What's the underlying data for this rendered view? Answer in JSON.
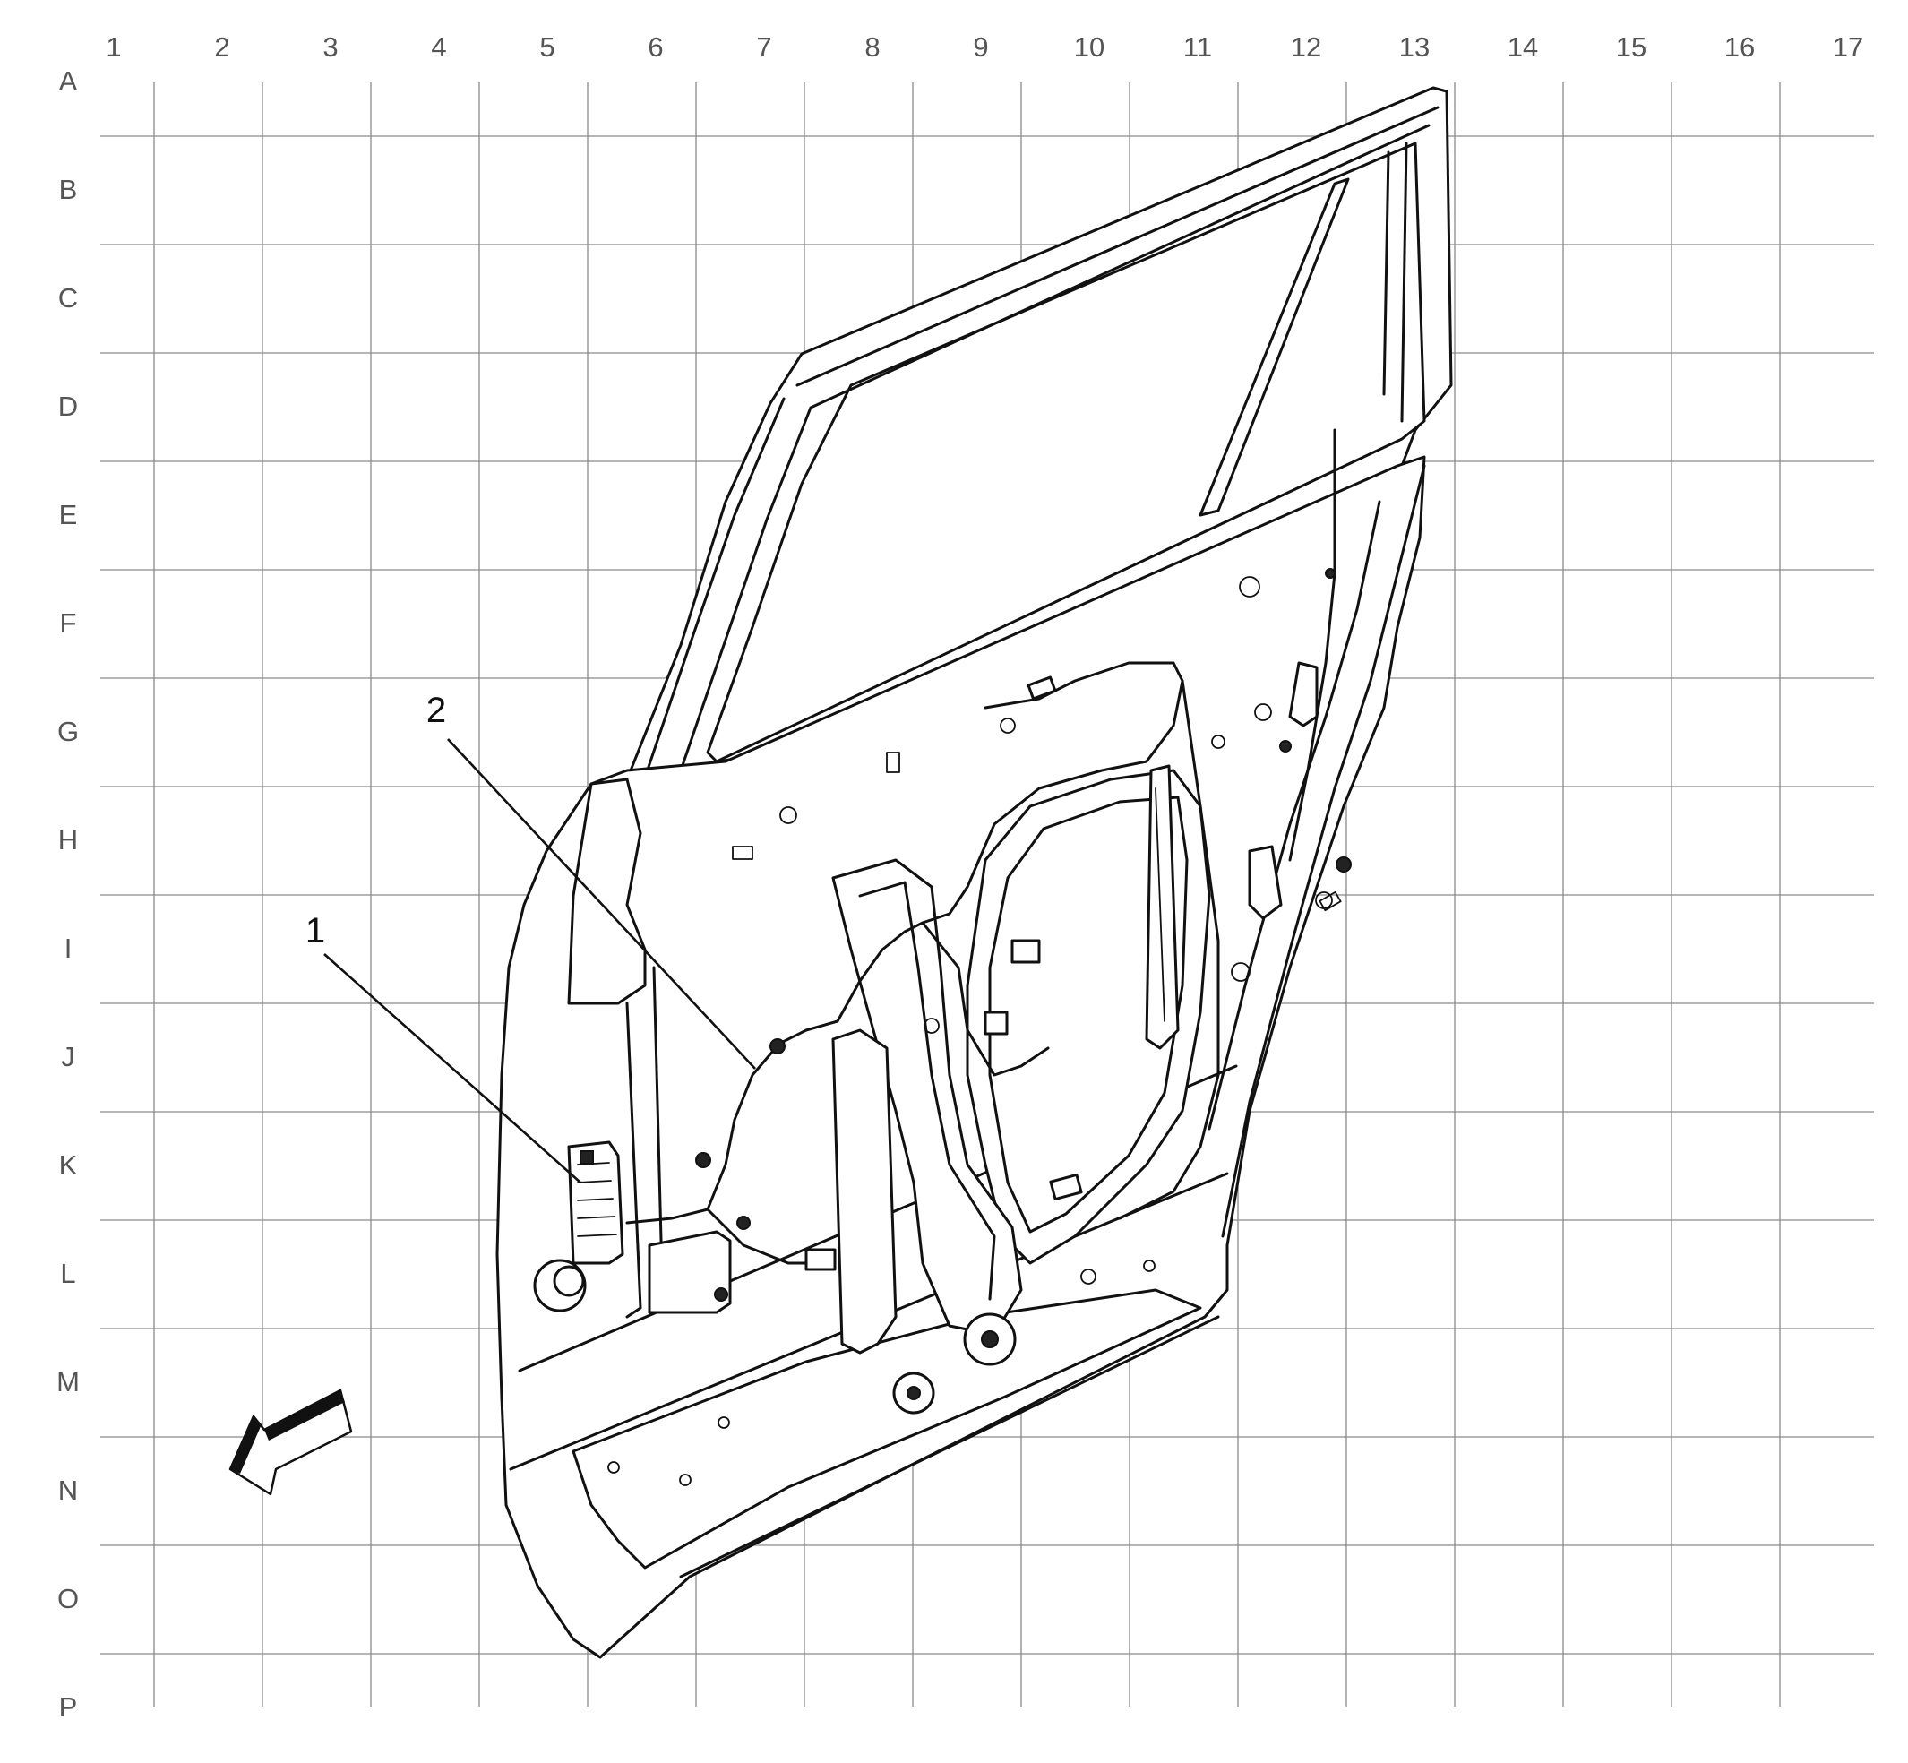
{
  "grid": {
    "columns": [
      "1",
      "2",
      "3",
      "4",
      "5",
      "6",
      "7",
      "8",
      "9",
      "10",
      "11",
      "12",
      "13",
      "14",
      "15",
      "16",
      "17"
    ],
    "rows": [
      "A",
      "B",
      "C",
      "D",
      "E",
      "F",
      "G",
      "H",
      "I",
      "J",
      "K",
      "L",
      "M",
      "N",
      "O",
      "P"
    ]
  },
  "callouts": [
    {
      "number": "1"
    },
    {
      "number": "2"
    }
  ],
  "colors": {
    "grid": "#8a8a8a",
    "labels": "#555555",
    "linework": "#111111",
    "background": "#ffffff"
  },
  "icons": {
    "orientation": "front-direction-arrow-icon"
  }
}
